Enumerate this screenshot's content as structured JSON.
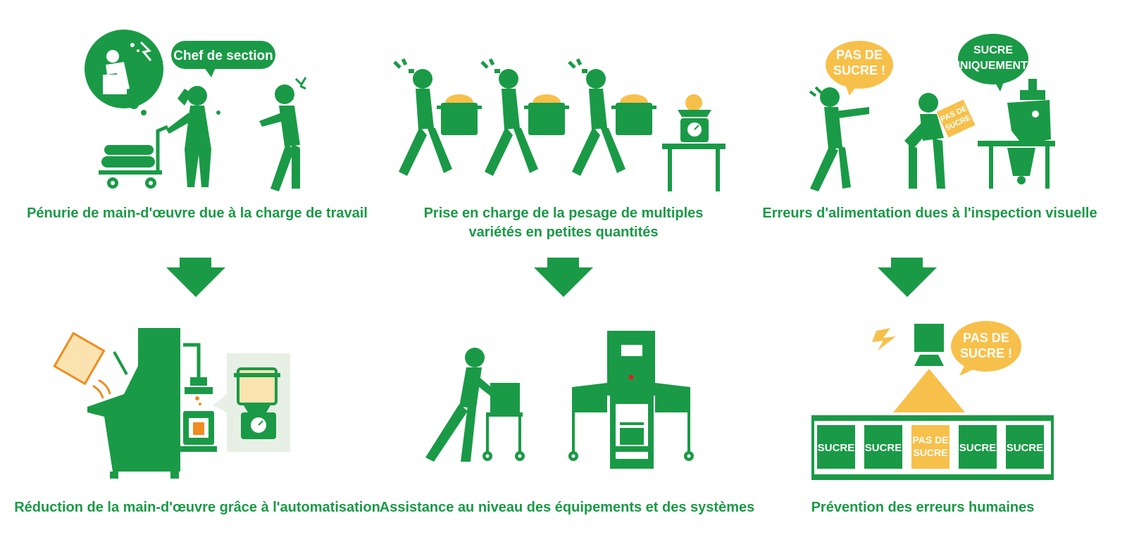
{
  "colors": {
    "green": "#1a9a46",
    "yellow": "#f7c04a",
    "orange": "#f08c20",
    "red": "#e02020",
    "light_green_bg": "#e8f0e6"
  },
  "problems": [
    {
      "caption": "Pénurie de main-d'œuvre due à la charge de travail",
      "bubble": "Chef de section"
    },
    {
      "caption_line1": "Prise en charge de la pesage de multiples",
      "caption_line2": "variétés en petites quantités"
    },
    {
      "caption": "Erreurs d'alimentation dues à l'inspection visuelle",
      "bubble_left_1": "PAS DE",
      "bubble_left_2": "SUCRE !",
      "bubble_right_1": "SUCRE",
      "bubble_right_2": "UNIQUEMENT !",
      "sheet_1": "PAS DE",
      "sheet_2": "SUCRE"
    }
  ],
  "solutions": [
    {
      "caption": "Réduction de la main-d'œuvre grâce à l'automatisation"
    },
    {
      "caption": "Assistance au niveau des équipements et des systèmes"
    },
    {
      "caption": "Prévention des erreurs humaines",
      "bubble_1": "PAS DE",
      "bubble_2": "SUCRE !",
      "boxes": [
        "SUCRE",
        "SUCRE",
        "PAS DE SUCRE",
        "SUCRE",
        "SUCRE"
      ]
    }
  ],
  "icons": [
    "overworked-worker-icon",
    "carrying-pots-icon",
    "feeding-error-icon",
    "automation-machine-icon",
    "checkweigher-icon",
    "inspection-conveyor-icon",
    "down-arrow-icon"
  ]
}
